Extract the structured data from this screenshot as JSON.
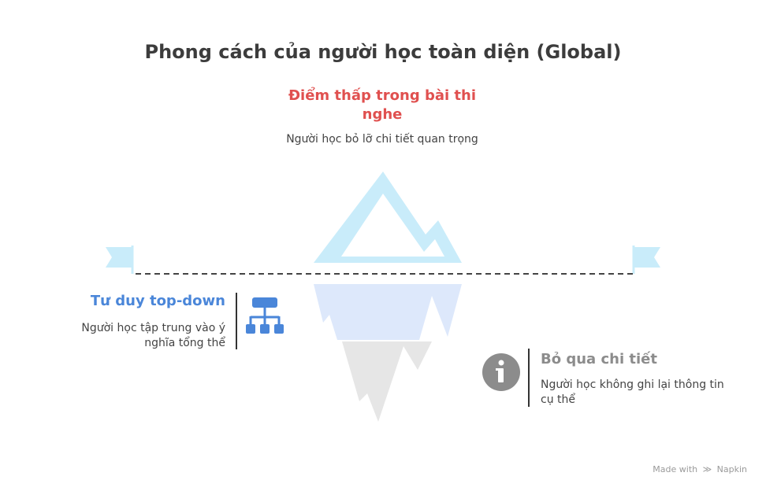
{
  "title": "Phong cách của người học toàn diện (Global)",
  "sections": {
    "top": {
      "heading": "Điểm thấp trong bài thi nghe",
      "description": "Người học bỏ lỡ chi tiết quan trọng",
      "color": "#e0504f"
    },
    "left": {
      "heading": "Tư duy top-down",
      "description": "Người học tập trung vào ý nghĩa tổng thể",
      "icon": "hierarchy-icon",
      "color": "#4a86d9"
    },
    "right": {
      "heading": "Bỏ qua chi tiết",
      "description": "Người học không ghi lại thông tin cụ thể",
      "icon": "info-icon",
      "color": "#8c8c8c"
    }
  },
  "credit": {
    "prefix": "Made with",
    "brand": "Napkin"
  },
  "colors": {
    "iceberg_tip": "#c9ecfa",
    "iceberg_middle": "#dde8fb",
    "iceberg_bottom": "#e6e6e6",
    "waterline": "#444444"
  }
}
